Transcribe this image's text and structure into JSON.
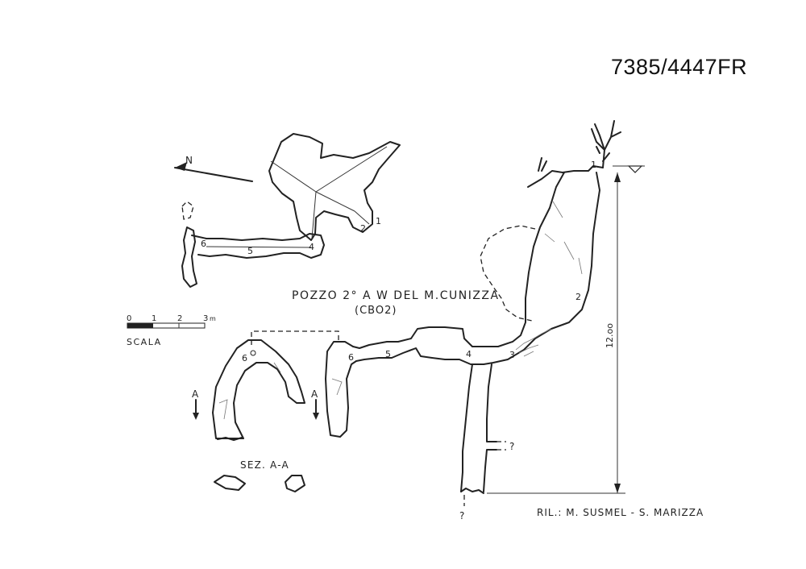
{
  "document": {
    "code": "7385/4447FR",
    "title": "POZZO 2° A W DEL M.CUNIZZA",
    "cave_id": "(CBO2)",
    "north_label": "N",
    "scale": {
      "label": "SCALA",
      "ticks": [
        "0",
        "1",
        "2",
        "3",
        "m"
      ]
    },
    "section": {
      "label": "SEZ. A-A",
      "marker": "A"
    },
    "depth_label": "12.oo",
    "survey_credit": "RIL.: M. SUSMEL - S. MARIZZA",
    "unknown_mark": "?",
    "stations": [
      "1",
      "2",
      "3",
      "4",
      "5",
      "6"
    ]
  }
}
